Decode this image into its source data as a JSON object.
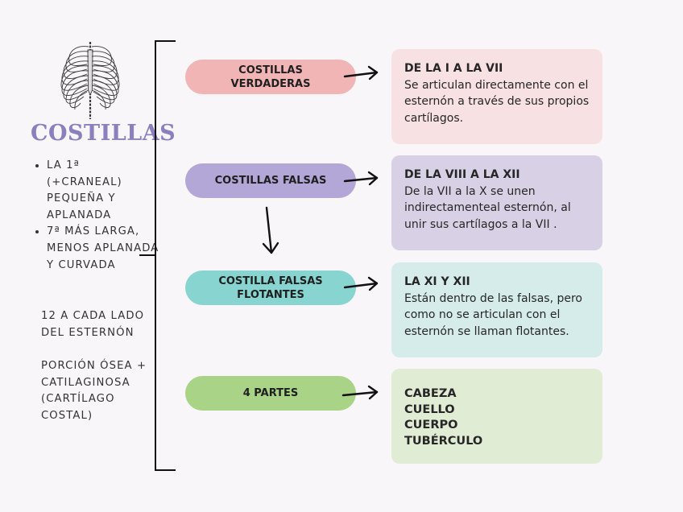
{
  "title": "COSTILLAS",
  "facts": [
    "LA 1ª (+CRANEAL) PEQUEÑA Y APLANADA",
    "7ª MÁS LARGA, MENOS APLANADA Y CURVADA"
  ],
  "notes": [
    "12 A CADA LADO DEL ESTERNÓN",
    "PORCIÓN ÓSEA + CATILAGINOSA (CARTÍLAGO COSTAL)"
  ],
  "rows": [
    {
      "label": "COSTILLAS VERDADERAS",
      "color": "#f1b5b6",
      "box_color": "#f7e1e3",
      "heading": "DE LA I A LA VII",
      "text": "Se articulan directamente con el esternón a través de sus propios cartílagos."
    },
    {
      "label": "COSTILLAS FALSAS",
      "color": "#b2a7d6",
      "box_color": "#d8d1e5",
      "heading": "DE LA VIII A LA XII",
      "text": "De la VII a la X se unen indirectamenteal esternón, al unir sus cartílagos a la VII ."
    },
    {
      "label": "COSTILLA FALSAS FLOTANTES",
      "color": "#88d4d0",
      "box_color": "#d6ecea",
      "heading": "LA XI Y XII",
      "text": "Están dentro de las falsas, pero como no se articulan con el esternón se llaman flotantes."
    },
    {
      "label": "4 PARTES",
      "color": "#a9d386",
      "box_color": "#e1ecd5",
      "list": [
        "CABEZA",
        "CUELLO",
        "CUERPO",
        "TUBÉRCULO"
      ]
    }
  ]
}
